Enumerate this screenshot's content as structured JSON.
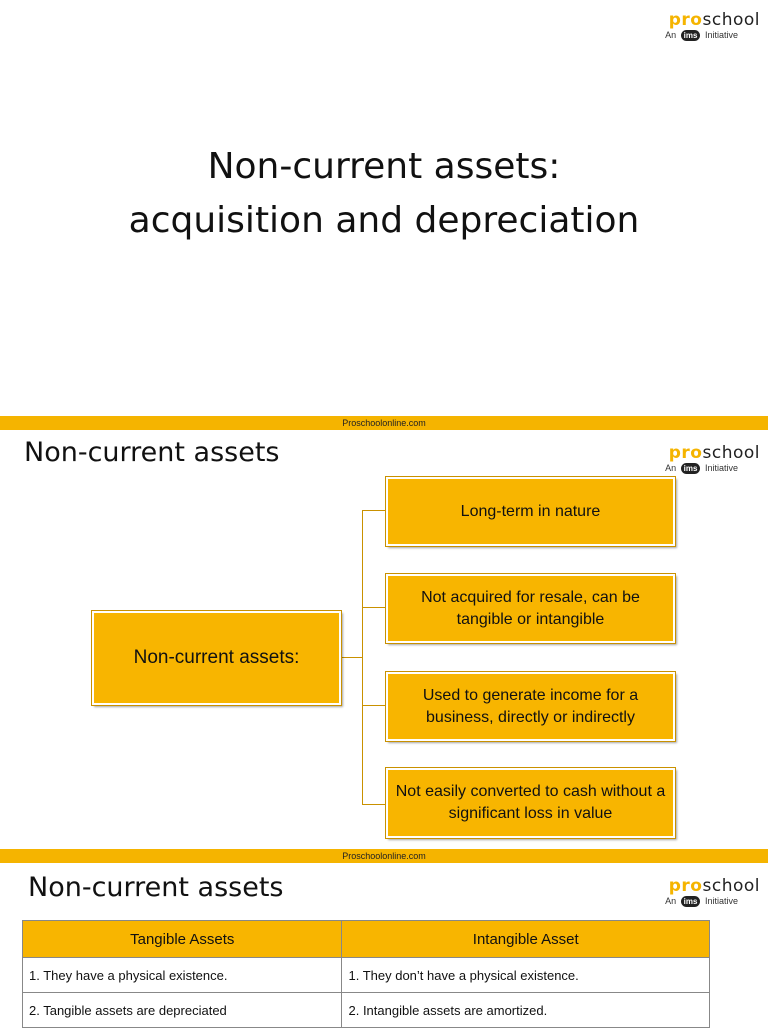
{
  "logo": {
    "brand_pro": "pro",
    "brand_school": "school",
    "tag_prefix": "An",
    "tag_ims": "ims",
    "tag_suffix": "Initiative"
  },
  "slide1": {
    "title_line1": "Non-current assets:",
    "title_line2": "acquisition and depreciation",
    "footer": "Proschoolonline.com"
  },
  "slide2": {
    "title": "Non-current assets",
    "center_box": "Non-current assets:",
    "boxes": [
      "Long-term in nature",
      "Not acquired for resale, can be tangible or intangible",
      "Used to generate income for a business, directly or indirectly",
      "Not easily converted to cash without a significant loss in value"
    ],
    "footer": "Proschoolonline.com"
  },
  "slide3": {
    "title": "Non-current assets",
    "table": {
      "headers": [
        "Tangible Assets",
        "Intangible Asset"
      ],
      "rows": [
        [
          "1. They have a physical existence.",
          "1. They don’t have a physical existence."
        ],
        [
          "2. Tangible assets are depreciated",
          "2. Intangible assets are amortized."
        ]
      ]
    }
  },
  "colors": {
    "accent": "#f8b500",
    "connector": "#c99100"
  }
}
